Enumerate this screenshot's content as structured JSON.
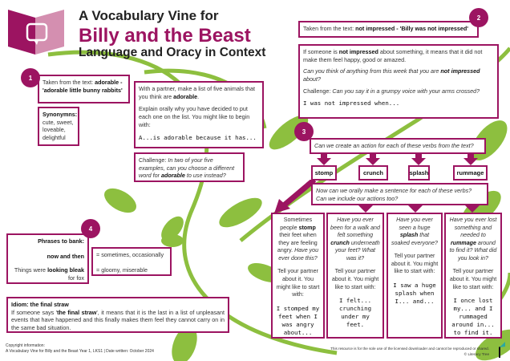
{
  "header": {
    "line1": "A Vocabulary Vine for",
    "title": "Billy and the Beast",
    "subtitle": "Language and Oracy in Context"
  },
  "colors": {
    "accent": "#9c1461",
    "vine": "#8dbf3f"
  },
  "section1": {
    "badge": "1",
    "taken_prefix": "Taken from the text: ",
    "word": "adorable",
    "quote": "- 'adorable little bunny rabbits'",
    "syn_label": "Synonymns:",
    "synonyms": "cute, sweet, loveable, delightful",
    "task1_a": "With a partner, make a list of five animals that you think are ",
    "task1_word": "adorable",
    "task1_b": ".",
    "task2": "Explain orally why you have decided to put each one on the list. You might like to begin with:",
    "starter": "A...is adorable because it has...",
    "challenge_label": "Challenge: ",
    "challenge_a": "In two of your five examples, can you choose a different word for ",
    "challenge_word": "adorable",
    "challenge_b": " to use instead?"
  },
  "section2": {
    "badge": "2",
    "taken_prefix": "Taken from the text: ",
    "phrase": "not impressed",
    "quote": " - 'Billy was not impressed'",
    "def_a": "If someone is ",
    "def_word": "not impressed",
    "def_b": " about something, it means that it did not make them feel happy, good or amazed.",
    "q_a": "Can you think of anything from this week that you are ",
    "q_word": "not impressed",
    "q_b": " about?",
    "challenge_label": "Challenge: ",
    "challenge": "Can you say it in a grumpy voice with your arms crossed?",
    "starter": "I was not impressed when..."
  },
  "section3": {
    "badge": "3",
    "question": "Can we create an action for each of these verbs from the text?",
    "verbs": [
      "stomp",
      "crunch",
      "splash",
      "rummage"
    ],
    "sentence_q": "Now can we orally make a sentence for each of these verbs? Can we include our actions too?",
    "cards": [
      {
        "a": "Sometimes people ",
        "word": "stomp",
        "b": " their feet when they are feeling angry. ",
        "c": "Have you ever done this?",
        "tell": "Tell your partner about it. You might like to start with:",
        "starter": "I stomped my feet when I was angry about..."
      },
      {
        "a": "Have you ever been for a walk and felt something ",
        "word": "crunch",
        "b": " underneath your feet? What was it?",
        "c": "",
        "tell": "Tell your partner about it. You might like to start with:",
        "starter": "I felt... crunching under my feet."
      },
      {
        "a": "Have you ever seen a huge ",
        "word": "splash",
        "b": " that soaked everyone?",
        "c": "",
        "tell": "Tell your partner about it. You might like to start with:",
        "starter": "I saw a huge splash when I... and..."
      },
      {
        "a": "Have you ever lost something and needed to ",
        "word": "rummage",
        "b": " around to find it? What did you look in?",
        "c": "",
        "tell": "Tell your partner about it. You might like to start with:",
        "starter": "I once lost my... and I rummaged around in... to find it."
      }
    ]
  },
  "section4": {
    "badge": "4",
    "label": "Phrases to bank:",
    "phrase1": "now and then",
    "meaning1": "= sometimes, occasionally",
    "phrase2_a": "Things were ",
    "phrase2_word": "looking bleak",
    "phrase2_b": " for fox",
    "meaning2": "= gloomy, miserable"
  },
  "idiom": {
    "title": "Idiom: the final straw",
    "a": "If someone says '",
    "word": "the final straw",
    "b": "', it means that it is the last in a list of unpleasant events that have happened and this finally makes them feel they cannot carry on in the same bad situation."
  },
  "footer": {
    "copyright_label": "Copyright information:",
    "copyright": "A Vocabulary Vine for Billy and the Beast Year 1, LKS1 | Date written: October 2024",
    "licence": "This resource is for the sole use of the licensed downloader and cannot be reproduced or shared.",
    "brand": "© Literacy Tree"
  }
}
